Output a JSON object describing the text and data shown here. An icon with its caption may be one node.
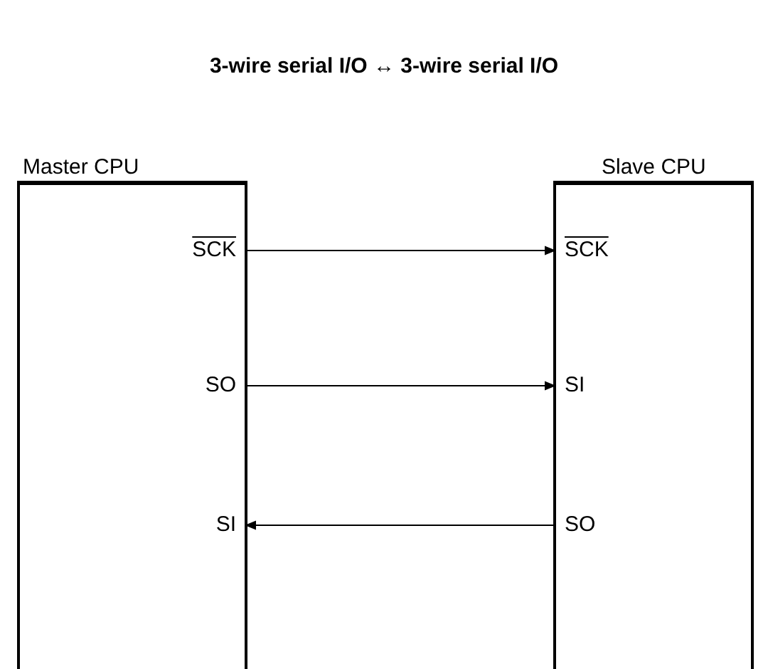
{
  "diagram": {
    "title": "3-wire serial I/O ↔ 3-wire serial I/O",
    "nodes": [
      {
        "text": [
          "Master CPU"
        ]
      },
      {
        "text": [
          "SCK"
        ],
        "in": 0
      },
      {
        "text": [
          "SO"
        ],
        "in": 0
      },
      {
        "text": [
          "SI"
        ],
        "in": 0
      },
      {
        "text": [
          "Slave CPU"
        ]
      },
      {
        "text": [
          "SCK"
        ],
        "in": 4
      },
      {
        "text": [
          "SI"
        ],
        "in": 4
      },
      {
        "text": [
          "SO"
        ],
        "in": 4
      }
    ],
    "edges": [
      {
        "from": 1,
        "to": 5,
        "arrow": "to"
      },
      {
        "from": 2,
        "to": 6,
        "arrow": "to"
      },
      {
        "from": 7,
        "to": 3,
        "arrow": "to"
      }
    ]
  }
}
